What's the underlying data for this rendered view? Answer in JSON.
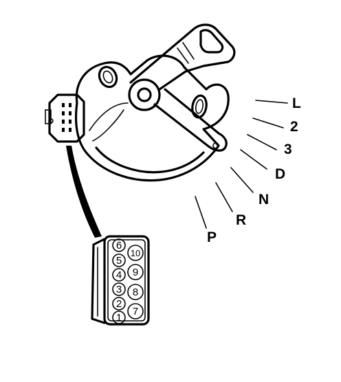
{
  "gear_positions": {
    "L": "L",
    "2": "2",
    "3": "3",
    "D": "D",
    "N": "N",
    "R": "R",
    "P": "P"
  },
  "connector_pins": {
    "p1": "1",
    "p2": "2",
    "p3": "3",
    "p4": "4",
    "p5": "5",
    "p6": "6",
    "p7": "7",
    "p8": "8",
    "p9": "9",
    "p10": "10"
  }
}
